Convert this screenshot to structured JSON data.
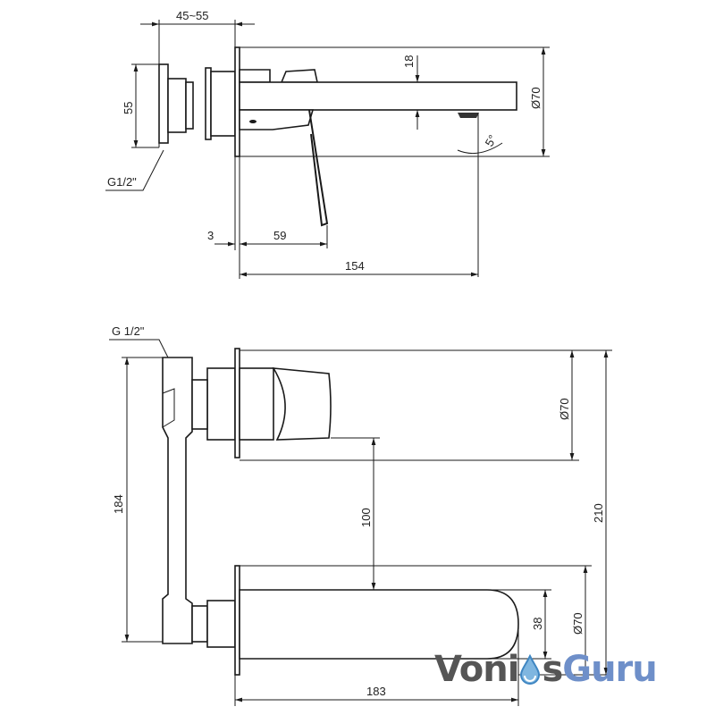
{
  "side_view": {
    "dim_wall_range": "45~55",
    "dim_height_body": "55",
    "dim_spout_thickness": "18",
    "dim_plate_diameter": "Ø70",
    "dim_angle": "5°",
    "thread_label": "G1/2\"",
    "dim_plate_thickness": "3",
    "dim_lever_offset": "59",
    "dim_spout_reach": "154"
  },
  "plan_view": {
    "thread_label": "G 1/2\"",
    "dim_center_distance_total": "184",
    "dim_upper_plate_diameter": "Ø70",
    "dim_spacing": "100",
    "dim_total_height": "210",
    "dim_spout_width": "38",
    "dim_lower_plate_diameter": "Ø70",
    "dim_spout_length": "183"
  },
  "watermark": {
    "part1": "Voni",
    "part2": "s",
    "part3": "Guru"
  },
  "colors": {
    "line": "#1a1a1a",
    "logo_gray": "#555555",
    "logo_blue": "#6e8fc9"
  }
}
